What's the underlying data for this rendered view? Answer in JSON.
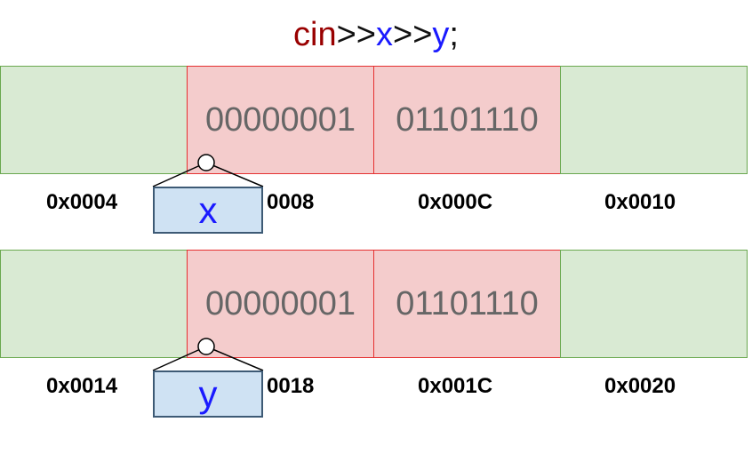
{
  "code": {
    "cin": "cin",
    "op1": ">>",
    "x": "x",
    "op2": ">>",
    "y": "y",
    "semicolon": ";"
  },
  "colors": {
    "cin": "#990000",
    "operator": "#111111",
    "variable": "#1a1aff",
    "free_cell_fill": "#d9ead3",
    "free_cell_border": "#6aa84f",
    "used_cell_fill": "#f4cccc",
    "used_cell_border": "#e53030",
    "var_box_fill": "#cfe2f3",
    "var_box_border": "#3d5a75"
  },
  "rows": [
    {
      "byte_1": "00000001",
      "byte_2": "01101110",
      "addresses": [
        "0x0004",
        "0008",
        "0x000C",
        "0x0010"
      ],
      "variable": "x"
    },
    {
      "byte_1": "00000001",
      "byte_2": "01101110",
      "addresses": [
        "0x0014",
        "0018",
        "0x001C",
        "0x0020"
      ],
      "variable": "y"
    }
  ]
}
